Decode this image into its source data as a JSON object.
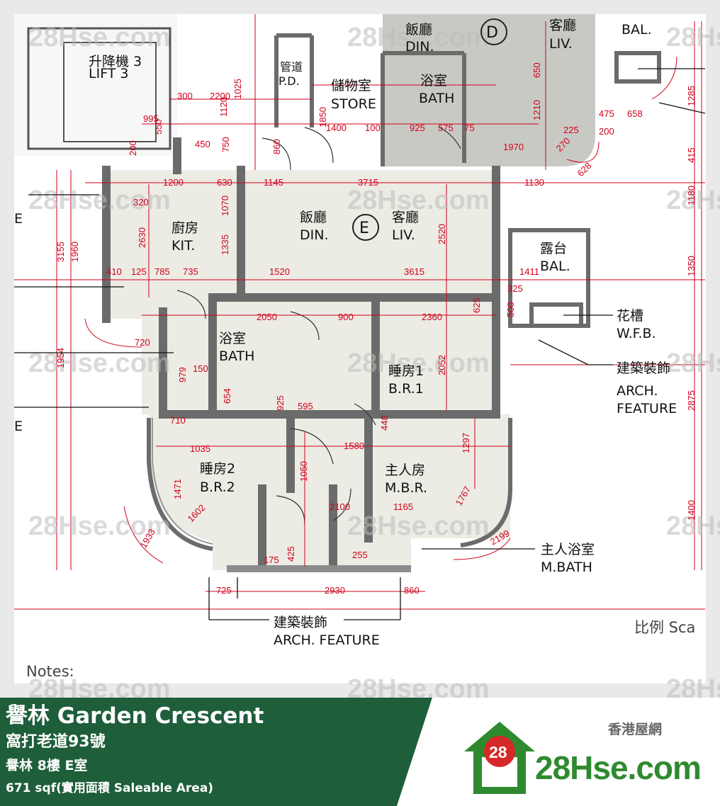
{
  "plan": {
    "rooms": [
      {
        "id": "din_top",
        "zh": "飯廳",
        "en": "DIN."
      },
      {
        "id": "liv_top",
        "zh": "客廳",
        "en": "LIV."
      },
      {
        "id": "bal_top",
        "en": "BAL."
      },
      {
        "id": "lift",
        "zh": "升降機 3",
        "en": "LIFT 3"
      },
      {
        "id": "pd",
        "zh": "管道",
        "en": "P.D."
      },
      {
        "id": "store",
        "zh": "儲物室",
        "en": "STORE"
      },
      {
        "id": "bath_top",
        "zh": "浴室",
        "en": "BATH"
      },
      {
        "id": "kit",
        "zh": "廚房",
        "en": "KIT."
      },
      {
        "id": "din",
        "zh": "飯廳",
        "en": "DIN."
      },
      {
        "id": "liv",
        "zh": "客廳",
        "en": "LIV."
      },
      {
        "id": "bal",
        "zh": "露台",
        "en": "BAL."
      },
      {
        "id": "bath",
        "zh": "浴室",
        "en": "BATH"
      },
      {
        "id": "br1",
        "zh": "睡房1",
        "en": "B.R.1"
      },
      {
        "id": "br2",
        "zh": "睡房2",
        "en": "B.R.2"
      },
      {
        "id": "mbr",
        "zh": "主人房",
        "en": "M.B.R."
      }
    ],
    "unit_marks": {
      "top": "D",
      "main": "E"
    },
    "left_stub_letter": "E",
    "callouts": {
      "wfb": {
        "zh": "花槽",
        "en": "W.F.B."
      },
      "arch_right": {
        "zh": "建築裝飾",
        "en1": "ARCH.",
        "en2": "FEATURE"
      },
      "mbath": {
        "zh": "主人浴室",
        "en": "M.BATH"
      },
      "arch_bottom": {
        "zh": "建築裝飾",
        "en": "ARCH. FEATURE"
      }
    },
    "scale_label": "比例 Sca",
    "notes_label": "Notes:",
    "watermark": "28Hse.com",
    "dimensions": [
      "300",
      "2200",
      "1025",
      "995",
      "550",
      "200",
      "450",
      "750",
      "860",
      "1850",
      "1400",
      "100",
      "925",
      "575",
      "75",
      "1970",
      "1120",
      "650",
      "1210",
      "475",
      "658",
      "225",
      "200",
      "270",
      "628",
      "1200",
      "630",
      "1145",
      "3715",
      "1130",
      "2520",
      "1070",
      "1335",
      "320",
      "2630",
      "3155",
      "1960",
      "410",
      "125",
      "785",
      "735",
      "1520",
      "3615",
      "1411",
      "325",
      "2050",
      "900",
      "2360",
      "625",
      "500",
      "2052",
      "979",
      "150",
      "654",
      "925",
      "595",
      "448",
      "1297",
      "720",
      "710",
      "1035",
      "1580",
      "1471",
      "1602",
      "1050",
      "2100",
      "1165",
      "1767",
      "1933",
      "2199",
      "2930",
      "725",
      "860",
      "425",
      "255",
      "175",
      "1954",
      "1350",
      "2875",
      "1400",
      "1285",
      "415",
      "1180"
    ]
  },
  "footer": {
    "title": "譽林 Garden Crescent",
    "address": "窩打老道93號",
    "unit": "譽林 8樓 E室",
    "area": "671 sqf(實用面積 Saleable Area)",
    "tagline": "香港屋網",
    "brand": "28Hse.com",
    "logo_num": "28"
  },
  "colors": {
    "green": "#1e5e3a",
    "wall": "#6b6b6b",
    "floor": "#ecebe4",
    "dim": "#d0021b",
    "brand": "#2f8a2f"
  }
}
